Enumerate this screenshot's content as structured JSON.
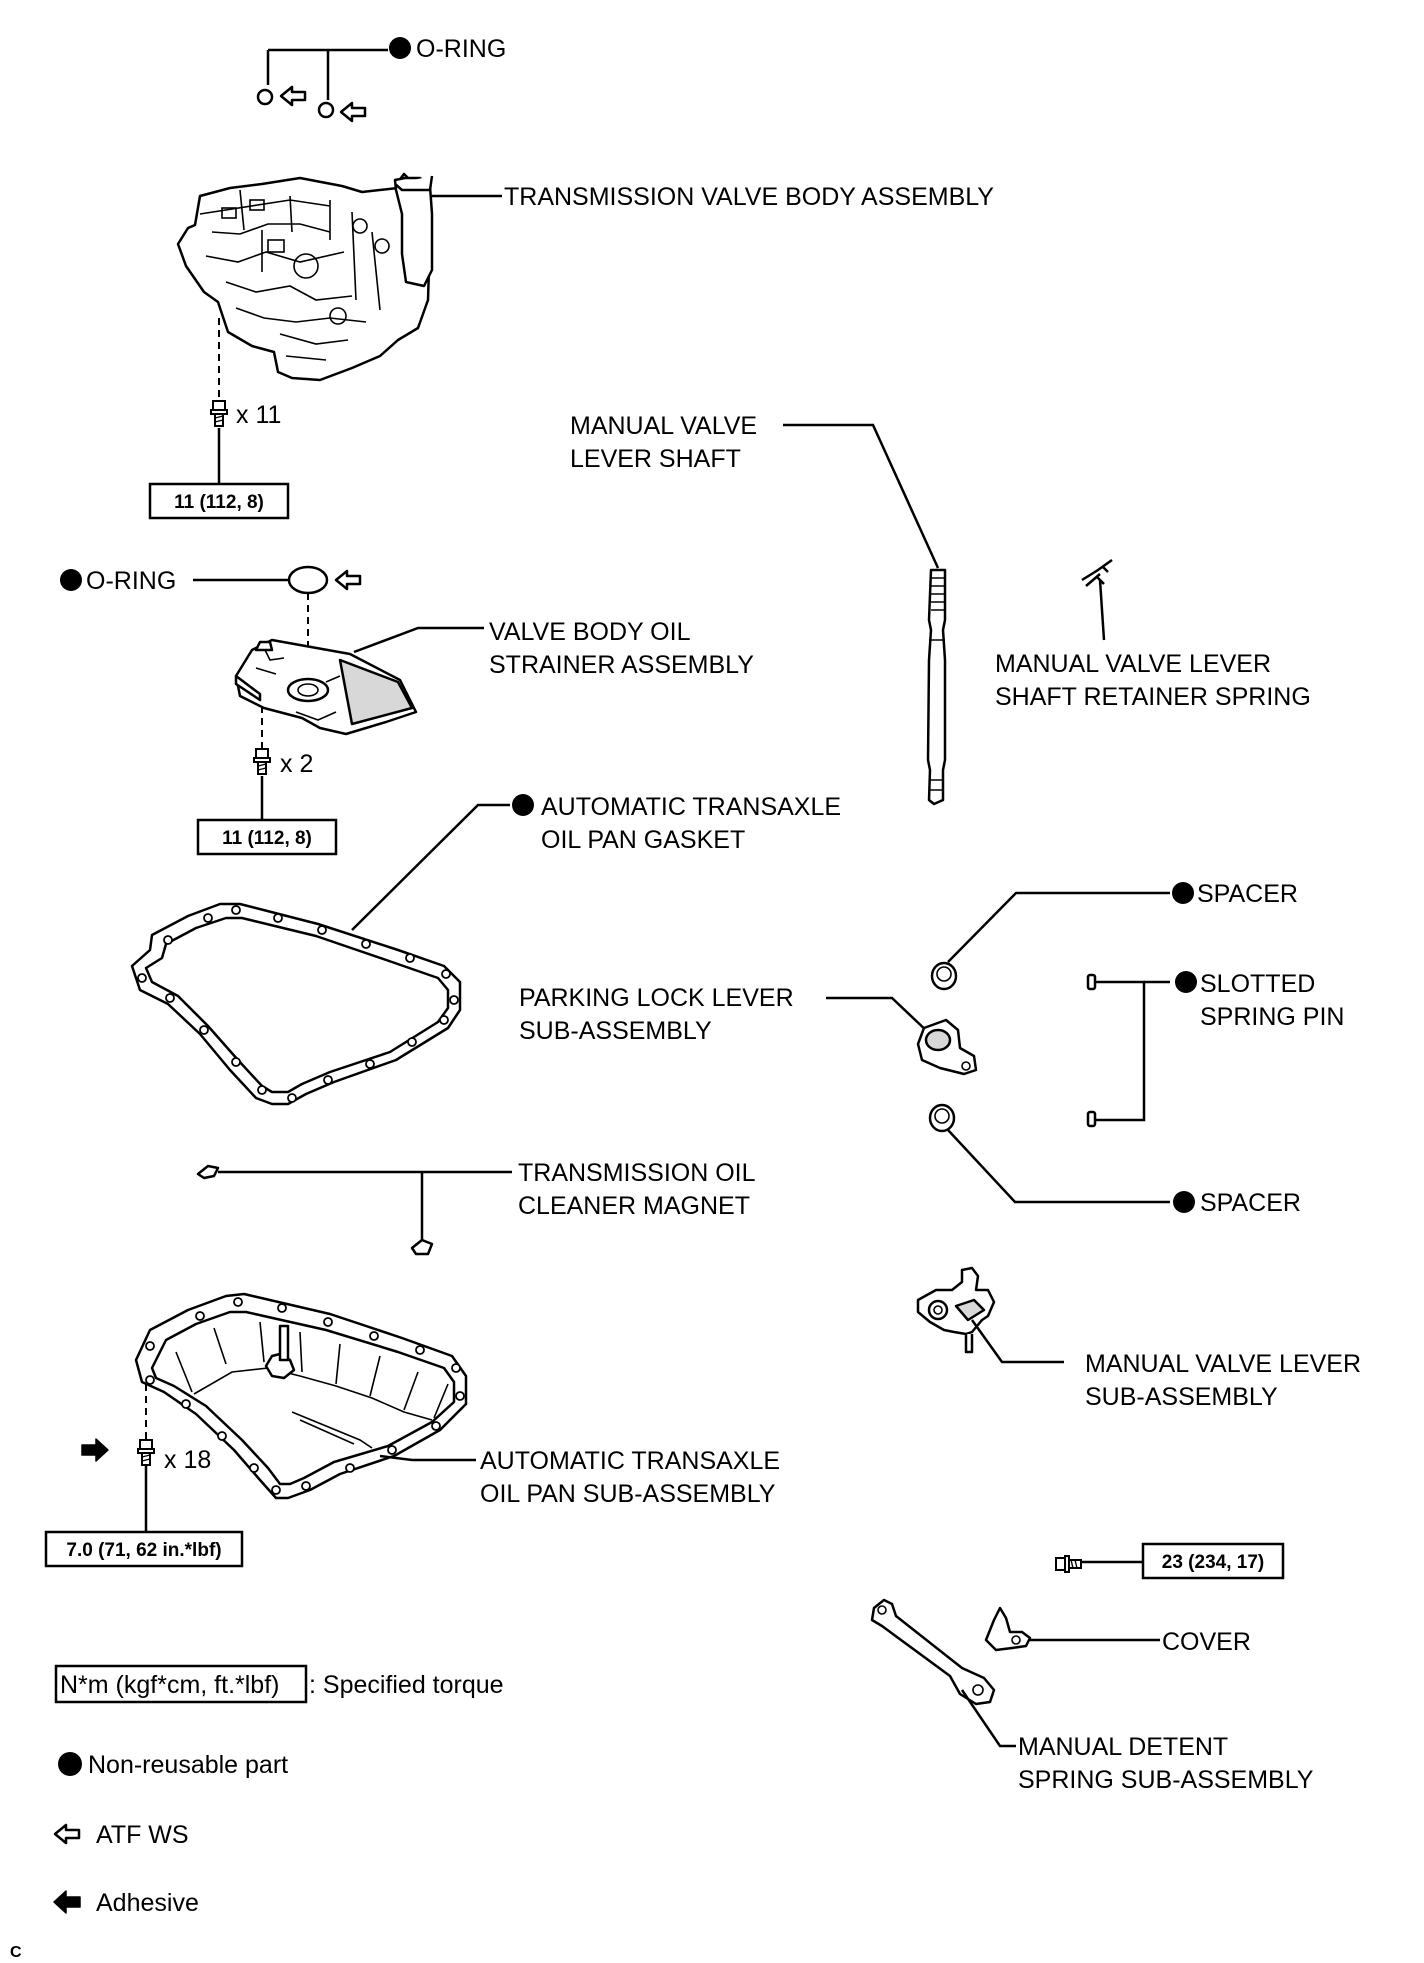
{
  "labels": {
    "oring_top": "O-RING",
    "valve_body": "TRANSMISSION VALVE BODY ASSEMBLY",
    "manual_valve_shaft_1": "MANUAL VALVE",
    "manual_valve_shaft_2": "LEVER SHAFT",
    "oring_strainer": "O-RING",
    "strainer_1": "VALVE BODY OIL",
    "strainer_2": "STRAINER ASSEMBLY",
    "retainer_spring_1": "MANUAL VALVE LEVER",
    "retainer_spring_2": "SHAFT RETAINER SPRING",
    "gasket_1": "AUTOMATIC TRANSAXLE",
    "gasket_2": "OIL PAN GASKET",
    "spacer_top": "SPACER",
    "parking_lock_1": "PARKING LOCK LEVER",
    "parking_lock_2": "SUB-ASSEMBLY",
    "slotted_pin_1": "SLOTTED",
    "slotted_pin_2": "SPRING PIN",
    "magnet_1": "TRANSMISSION OIL",
    "magnet_2": "CLEANER MAGNET",
    "spacer_bottom": "SPACER",
    "manual_valve_lever_1": "MANUAL VALVE LEVER",
    "manual_valve_lever_2": "SUB-ASSEMBLY",
    "oil_pan_1": "AUTOMATIC TRANSAXLE",
    "oil_pan_2": "OIL PAN SUB-ASSEMBLY",
    "cover": "COVER",
    "detent_spring_1": "MANUAL DETENT",
    "detent_spring_2": "SPRING SUB-ASSEMBLY"
  },
  "quantities": {
    "valve_body_bolts": "x 11",
    "strainer_bolts": "x 2",
    "oil_pan_bolts": "x 18"
  },
  "torques": {
    "valve_body": "11 (112, 8)",
    "strainer": "11 (112, 8)",
    "oil_pan": "7.0 (71, 62 in.*lbf)",
    "detent": "23 (234, 17)"
  },
  "legend": {
    "torque_box": "N*m (kgf*cm, ft.*lbf)",
    "torque_desc": ": Specified torque",
    "non_reusable": "Non-reusable part",
    "atf": "ATF WS",
    "adhesive": "Adhesive"
  },
  "figure_code": "C",
  "icons": {
    "non_reusable": "filled-circle-icon",
    "atf": "hollow-arrow-icon",
    "adhesive": "filled-arrow-icon"
  }
}
